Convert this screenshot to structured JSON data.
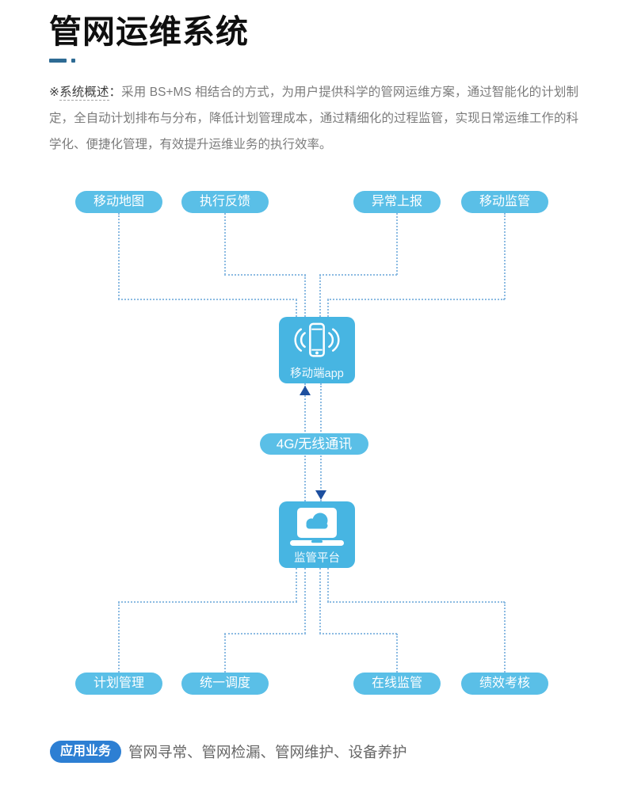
{
  "page": {
    "title": "管网运维系统"
  },
  "overview": {
    "prefix": "※",
    "label": "系统概述",
    "colon": "：",
    "body": "采用 BS+MS 相结合的方式，为用户提供科学的管网运维方案，通过智能化的计划制定，全自动计划排布与分布，降低计划管理成本，通过精细化的过程监管，实现日常运维工作的科学化、便捷化管理，有效提升运维业务的执行效率。"
  },
  "diagram": {
    "top_pills": [
      {
        "label": "移动地图"
      },
      {
        "label": "执行反馈"
      },
      {
        "label": "异常上报"
      },
      {
        "label": "移动监管"
      }
    ],
    "mobile_node": {
      "label": "移动端app"
    },
    "link_pill": {
      "label": "4G/无线通讯"
    },
    "platform_node": {
      "label": "监管平台"
    },
    "bottom_pills": [
      {
        "label": "计划管理"
      },
      {
        "label": "统一调度"
      },
      {
        "label": "在线监管"
      },
      {
        "label": "绩效考核"
      }
    ]
  },
  "footer": {
    "badge": "应用业务",
    "items_text": "管网寻常、管网检漏、管网维护、设备养护"
  },
  "colors": {
    "sky": "#5abfe7",
    "sky_deep": "#47b5e2",
    "line": "#8cbbe2",
    "navy": "#1d4f9f",
    "badge": "#2d7fd3",
    "divider": "#2e6b94",
    "text_dark": "#3d3d3d",
    "text_gray": "#7b7b7b",
    "footer_gray": "#666666",
    "title": "#0f0f0f"
  }
}
